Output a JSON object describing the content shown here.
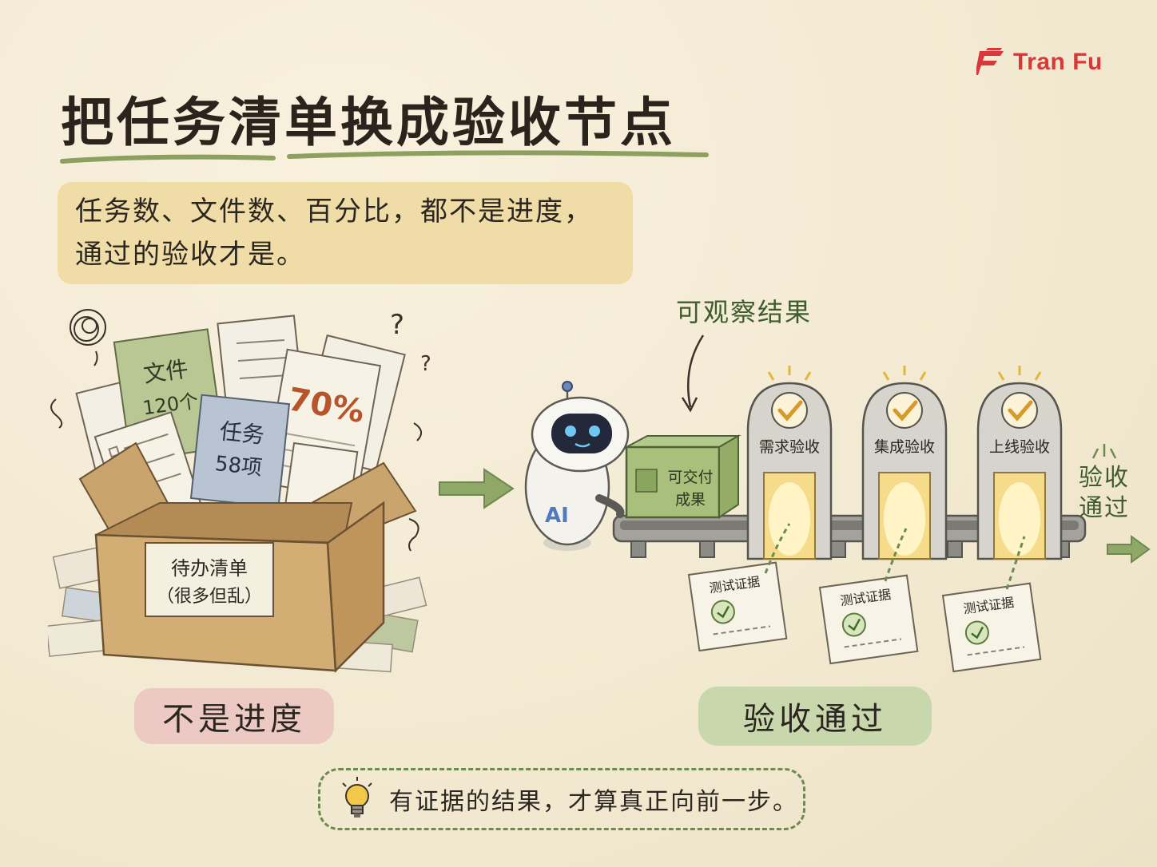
{
  "brand": {
    "name": "Tran Fu",
    "color": "#d9383a"
  },
  "title": "把任务清单换成验收节点",
  "subtitle_lines": [
    "任务数、文件数、百分比，都不是进度，",
    "通过的验收才是。"
  ],
  "left_scene": {
    "card_files": {
      "line1": "文件",
      "line2": "120个"
    },
    "card_tasks": {
      "line1": "任务",
      "line2": "58项"
    },
    "card_percent": "70%",
    "box_label": {
      "line1": "待办清单",
      "line2": "（很多但乱）"
    },
    "tag": "不是进度"
  },
  "right_scene": {
    "annotation": "可观察结果",
    "robot_label": "AI",
    "deliverable": {
      "line1": "可交付",
      "line2": "成果"
    },
    "gates": [
      {
        "label": "需求验收",
        "evidence": "测试证据"
      },
      {
        "label": "集成验收",
        "evidence": "测试证据"
      },
      {
        "label": "上线验收",
        "evidence": "测试证据"
      }
    ],
    "exit_label": {
      "line1": "验收",
      "line2": "通过"
    },
    "tag": "验收通过"
  },
  "footer_note": "有证据的结果，才算真正向前一步。",
  "colors": {
    "green": "#6d8a4f",
    "pink": "#ecc9c3",
    "yellow": "#f0dca6",
    "paper": "#f4ecd6"
  }
}
